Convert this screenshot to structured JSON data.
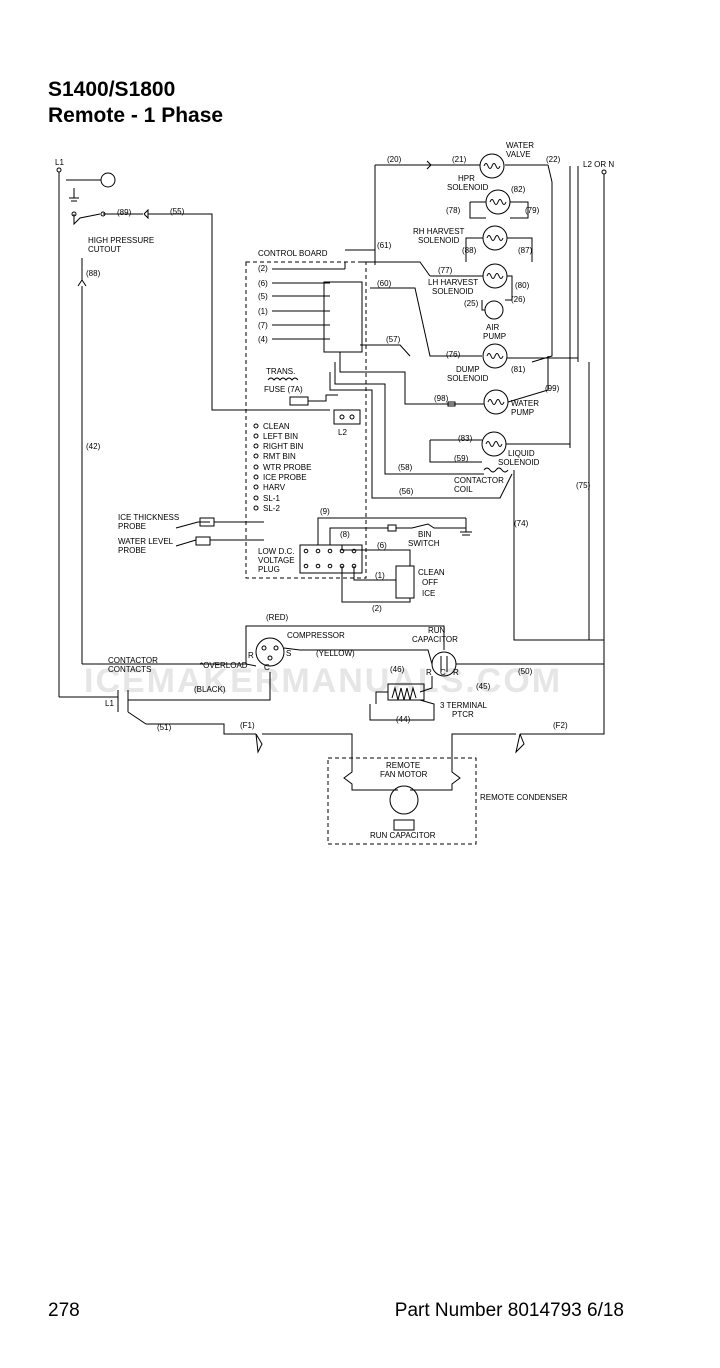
{
  "title_line1": "S1400/S1800",
  "title_line2": "Remote - 1 Phase",
  "page_number": "278",
  "part_number": "Part Number 8014793 6/18",
  "watermark": "ICEMAKERMANUALS.COM",
  "labels": {
    "l1_top": "L1",
    "l2_or_n": "L2 OR N",
    "water_valve": [
      "WATER",
      "VALVE"
    ],
    "hpr_solenoid": [
      "HPR",
      "SOLENOID"
    ],
    "rh_harvest_solenoid": [
      "RH HARVEST",
      "SOLENOID"
    ],
    "lh_harvest_solenoid": [
      "LH HARVEST",
      "SOLENOID"
    ],
    "air_pump": [
      "AIR",
      "PUMP"
    ],
    "dump_solenoid": [
      "DUMP",
      "SOLENOID"
    ],
    "water_pump": [
      "WATER",
      "PUMP"
    ],
    "liquid_solenoid": [
      "LIQUID",
      "SOLENOID"
    ],
    "contactor_coil": [
      "CONTACTOR",
      "COIL"
    ],
    "high_pressure_cutout": [
      "HIGH PRESSURE",
      "CUTOUT"
    ],
    "control_board": "CONTROL BOARD",
    "trans": "TRANS.",
    "fuse": "FUSE (7A)",
    "l2_board": "L2",
    "ice_thickness_probe": [
      "ICE THICKNESS",
      "PROBE"
    ],
    "water_level_probe": [
      "WATER LEVEL",
      "PROBE"
    ],
    "low_dc_voltage_plug": [
      "LOW D.C.",
      "VOLTAGE",
      "PLUG"
    ],
    "bin_switch": [
      "BIN",
      "SWITCH"
    ],
    "clean": "CLEAN",
    "off": "OFF",
    "ice": "ICE",
    "red": "(RED)",
    "compressor": "COMPRESSOR",
    "run_capacitor": [
      "RUN",
      "CAPACITOR"
    ],
    "yellow": "(YELLOW)",
    "overload": "*OVERLOAD",
    "black": "(BLACK)",
    "contactor_contacts": [
      "CONTACTOR",
      "CONTACTS"
    ],
    "l1_bottom": "L1",
    "three_terminal_ptcr": [
      "3 TERMINAL",
      "PTCR"
    ],
    "remote_fan_motor": [
      "REMOTE",
      "FAN MOTOR"
    ],
    "remote_condenser": "REMOTE CONDENSER",
    "fan_run_capacitor": "RUN CAPACITOR",
    "comp_r": "R",
    "comp_s": "S",
    "comp_c": "C",
    "cap_r": "R",
    "cap_c": "C",
    "cap_r2": "R"
  },
  "board_terminals": [
    "(2)",
    "(6)",
    "(5)",
    "(1)",
    "(7)",
    "(4)"
  ],
  "leds": [
    "CLEAN",
    "LEFT BIN",
    "RIGHT BIN",
    "RMT BIN",
    "WTR PROBE",
    "ICE PROBE",
    "HARV",
    "SL-1",
    "SL-2"
  ],
  "wires": {
    "w20": "(20)",
    "w21": "(21)",
    "w22": "(22)",
    "w82": "(82)",
    "w78": "(78)",
    "w79": "(79)",
    "w89": "(89)",
    "w55": "(55)",
    "w61": "(61)",
    "w88a": "(88)",
    "w87": "(87)",
    "w77": "(77)",
    "w60": "(60)",
    "w80": "(80)",
    "w25": "(25)",
    "w26": "(26)",
    "w88": "(88)",
    "w57": "(57)",
    "w76": "(76)",
    "w81": "(81)",
    "w99": "(99)",
    "w98": "(98)",
    "w42": "(42)",
    "w83": "(83)",
    "w59": "(59)",
    "w58": "(58)",
    "w56": "(56)",
    "w75": "(75)",
    "w9": "(9)",
    "w74": "(74)",
    "w8": "(8)",
    "w6": "(6)",
    "w1": "(1)",
    "w2": "(2)",
    "w46": "(46)",
    "w50": "(50)",
    "w45": "(45)",
    "w44": "(44)",
    "w51": "(51)",
    "wf1": "(F1)",
    "wf2": "(F2)"
  }
}
